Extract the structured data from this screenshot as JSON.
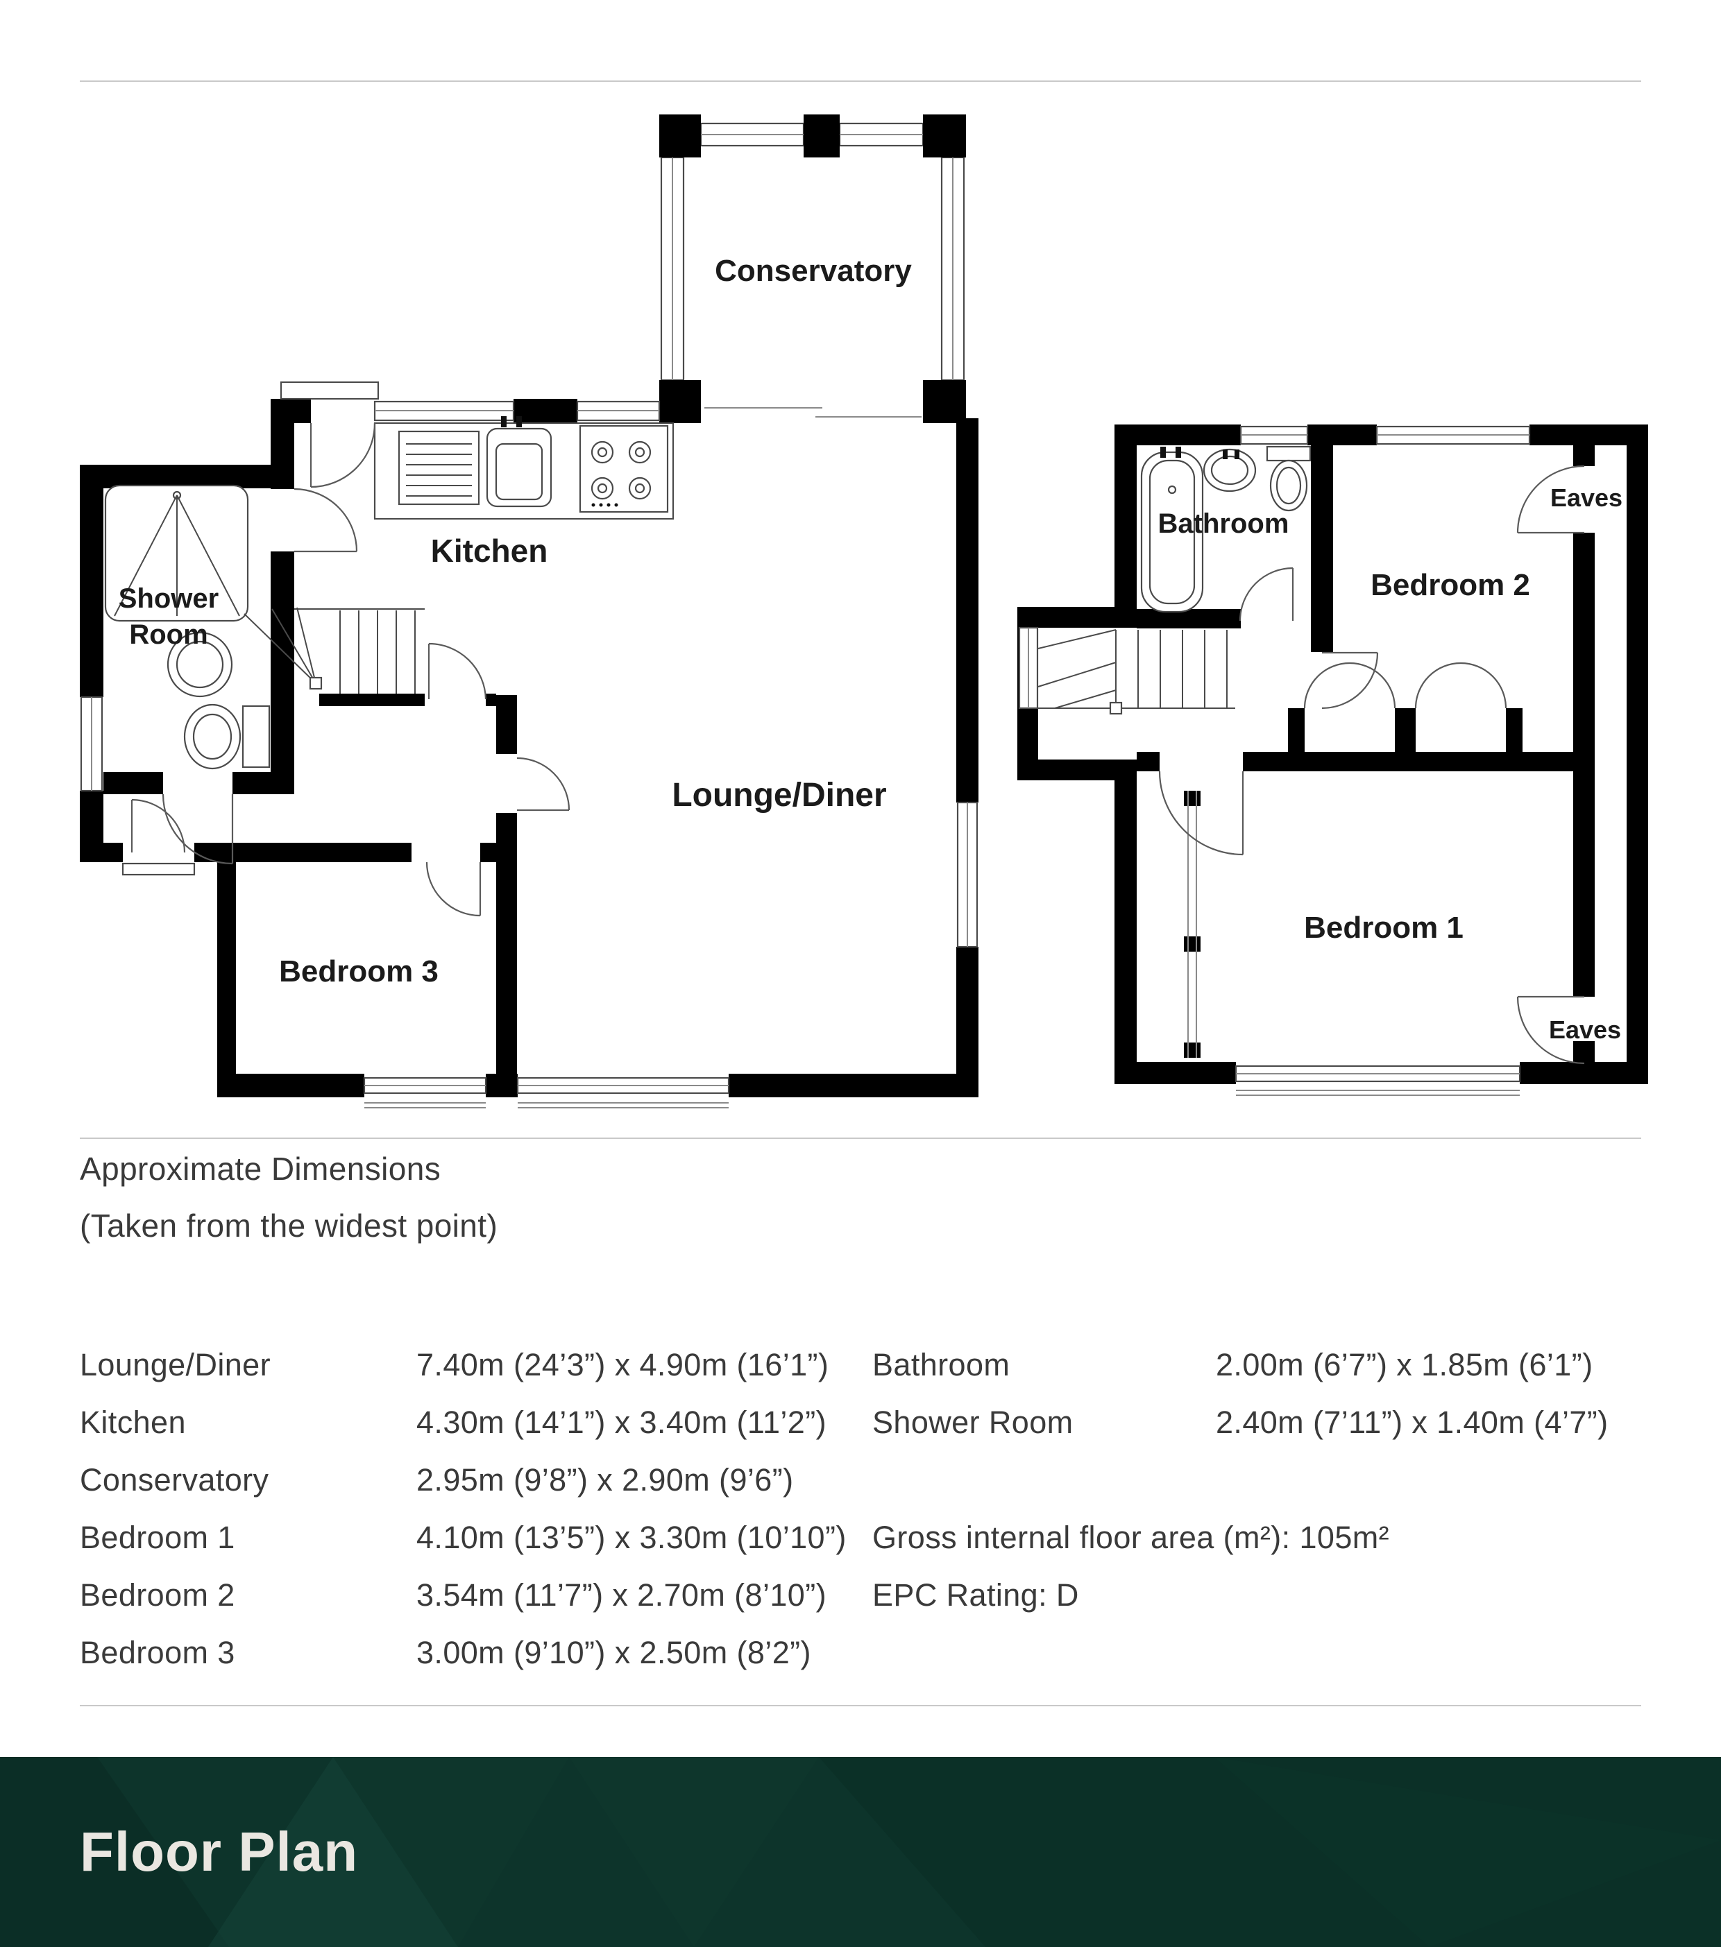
{
  "plan": {
    "ground_floor": {
      "conservatory_label": "Conservatory",
      "kitchen_label": "Kitchen",
      "shower_room_line1": "Shower",
      "shower_room_line2": "Room",
      "lounge_diner_label": "Lounge/Diner",
      "bedroom3_label": "Bedroom 3"
    },
    "first_floor": {
      "bathroom_label": "Bathroom",
      "bedroom2_label": "Bedroom 2",
      "eaves_top_label": "Eaves",
      "bedroom1_label": "Bedroom 1",
      "eaves_bottom_label": "Eaves"
    }
  },
  "dimensions": {
    "heading": "Approximate Dimensions",
    "subheading": "(Taken from the widest point)",
    "left_rows": [
      {
        "label": "Lounge/Diner",
        "value": "7.40m (24’3”) x 4.90m (16’1”)"
      },
      {
        "label": "Kitchen",
        "value": "4.30m (14’1”) x 3.40m (11’2”)"
      },
      {
        "label": "Conservatory",
        "value": "2.95m (9’8”) x 2.90m (9’6”)"
      },
      {
        "label": "Bedroom 1",
        "value": "4.10m (13’5”) x 3.30m (10’10”)"
      },
      {
        "label": "Bedroom 2",
        "value": "3.54m (11’7”) x 2.70m (8’10”)"
      },
      {
        "label": "Bedroom 3",
        "value": "3.00m (9’10”) x 2.50m (8’2”)"
      }
    ],
    "right_rows": [
      {
        "label": "Bathroom",
        "value": "2.00m (6’7”) x 1.85m (6’1”)"
      },
      {
        "label": "Shower Room",
        "value": "2.40m (7’11”) x 1.40m (4’7”)"
      }
    ],
    "gross_area": "Gross internal floor area (m²): 105m²",
    "epc": "EPC Rating: D"
  },
  "footer": {
    "title": "Floor Plan"
  },
  "colors": {
    "wall": "#000000",
    "footer_bg": "#0d342b",
    "rule": "#c9c9c9",
    "text": "#3a3a3a"
  }
}
